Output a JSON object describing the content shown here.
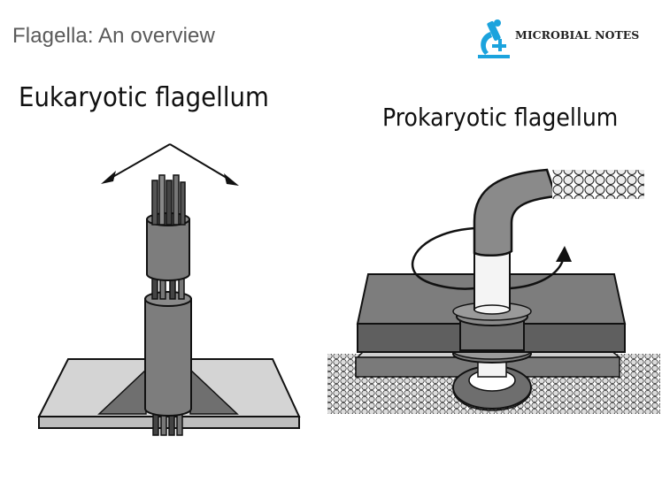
{
  "header": {
    "title": "Flagella: An overview"
  },
  "logo": {
    "text": "MICROBIAL NOTES",
    "icon": "microscope-icon",
    "color": "#1ba3dd"
  },
  "labels": {
    "eukaryotic": "Eukaryotic flagellum",
    "prokaryotic": "Prokaryotic flagellum"
  },
  "colors": {
    "dark_gray": "#5f5f5f",
    "mid_gray": "#7d7d7d",
    "light_gray": "#d4d4d4",
    "outline": "#111111"
  }
}
